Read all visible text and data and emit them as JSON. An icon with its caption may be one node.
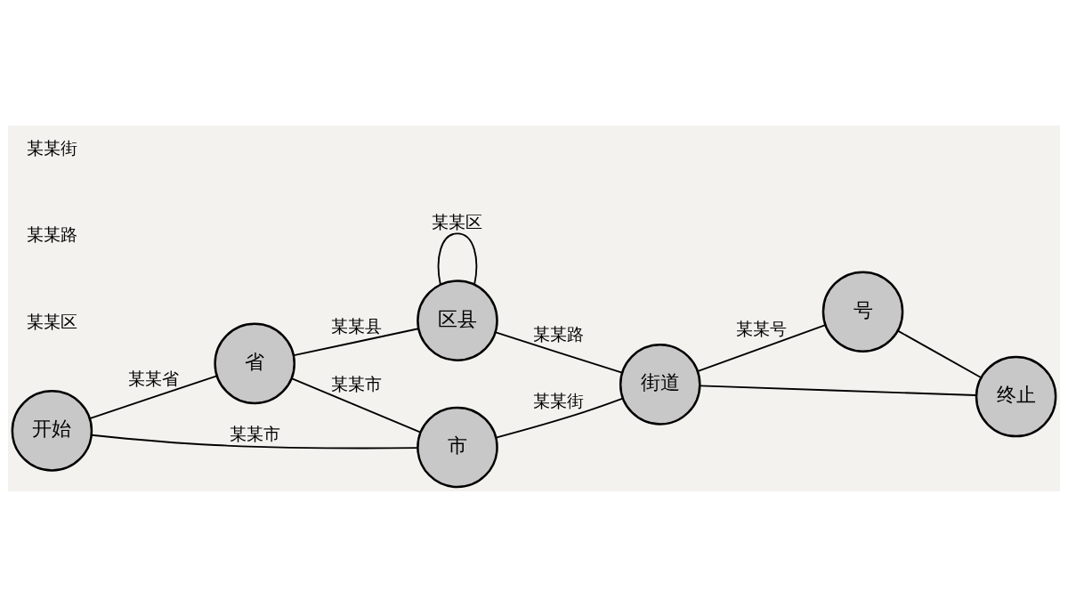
{
  "diagram": {
    "nodes": [
      {
        "text": [
          "开始"
        ]
      },
      {
        "text": [
          "省"
        ]
      },
      {
        "text": [
          "市"
        ]
      },
      {
        "text": [
          "区县"
        ]
      },
      {
        "text": [
          "街道"
        ]
      },
      {
        "text": [
          "号"
        ]
      },
      {
        "text": [
          "终止"
        ]
      }
    ],
    "edges": [
      {
        "from": 0,
        "to": 2,
        "arrow": "none",
        "label": "某某市"
      },
      {
        "from": 0,
        "to": 1,
        "arrow": "none",
        "label": "某某省"
      },
      {
        "from": 1,
        "to": 2,
        "arrow": "none",
        "label": "某某市"
      },
      {
        "from": 1,
        "to": 3,
        "arrow": "none",
        "label": "某某县"
      },
      {
        "from": 2,
        "to": 4,
        "arrow": "none",
        "label": "某某街"
      },
      {
        "from": 3,
        "to": 4,
        "arrow": "none",
        "label": "某某路"
      },
      {
        "from": 3,
        "to": 3,
        "arrow": "none",
        "label": "某某区"
      },
      {
        "from": 4,
        "to": 5,
        "arrow": "none",
        "label": "某某号"
      },
      {
        "from": 4,
        "to": 6,
        "arrow": "none"
      },
      {
        "from": 5,
        "to": 6,
        "arrow": "none"
      }
    ],
    "labels": [
      "某某区",
      "某某路",
      "某某街"
    ]
  }
}
